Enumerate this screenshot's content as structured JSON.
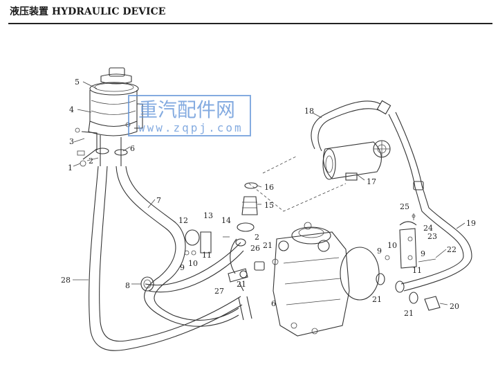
{
  "header": {
    "title": "液压装置 HYDRAULIC DEVICE"
  },
  "watermark": {
    "text_cn": "重汽配件网",
    "url": "www.zqpj.com",
    "color": "#5b8fd6"
  },
  "callouts": {
    "c1": "1",
    "c2": "2",
    "c3": "3",
    "c4": "4",
    "c5": "5",
    "c6a": "6",
    "c6b": "6",
    "c7": "7",
    "c8": "8",
    "c9a": "9",
    "c9b": "9",
    "c9c": "9",
    "c10a": "10",
    "c10b": "10",
    "c11a": "11",
    "c11b": "11",
    "c12": "12",
    "c13": "13",
    "c14": "14",
    "c15": "15",
    "c16": "16",
    "c17": "17",
    "c18": "18",
    "c19": "19",
    "c2b": "2",
    "c20": "20",
    "c21a": "21",
    "c21b": "21",
    "c21c": "21",
    "c21d": "21",
    "c22": "22",
    "c23": "23",
    "c24": "24",
    "c25": "25",
    "c26": "26",
    "c27": "27",
    "c28": "28"
  }
}
